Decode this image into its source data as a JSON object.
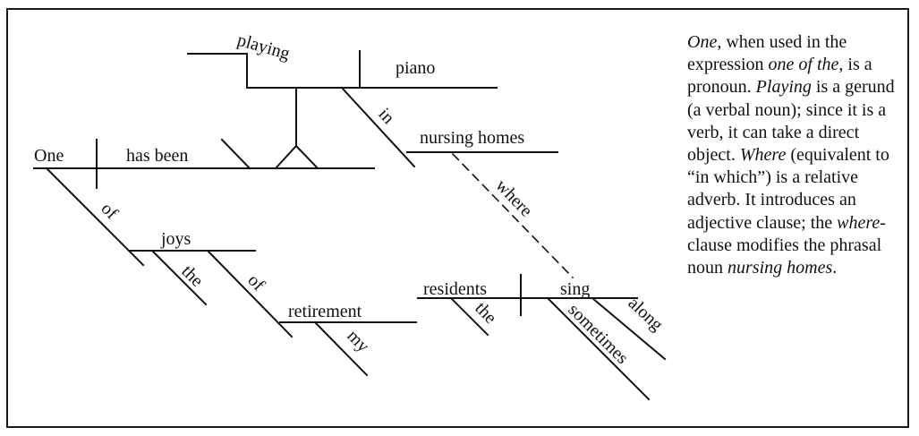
{
  "diagram": {
    "subject": "One",
    "verb": "has been",
    "gerund": "playing",
    "gerund_object": "piano",
    "prep_in": "in",
    "nursing_homes": "nursing homes",
    "where": "where",
    "prep_of_1": "of",
    "joys": "joys",
    "the_1": "the",
    "prep_of_2": "of",
    "retirement": "retirement",
    "my": "my",
    "residents": "residents",
    "the_2": "the",
    "sing": "sing",
    "sometimes": "sometimes",
    "along": "along"
  },
  "caption": {
    "one": "One",
    "t1": ", when used in the expression ",
    "one_of_the": "one of the",
    "t2": ", is a pronoun. ",
    "playing": "Playing",
    "t3": " is a gerund (a verbal noun); since it is a verb, it can take a direct object. ",
    "where": "Where",
    "t4": " (equivalent to “in which”) is a relative adverb. It introduces an adjective clause; the ",
    "where2": "where",
    "t5": "-clause modifies the phrasal noun ",
    "nursing_homes": "nursing homes",
    "t6": "."
  }
}
